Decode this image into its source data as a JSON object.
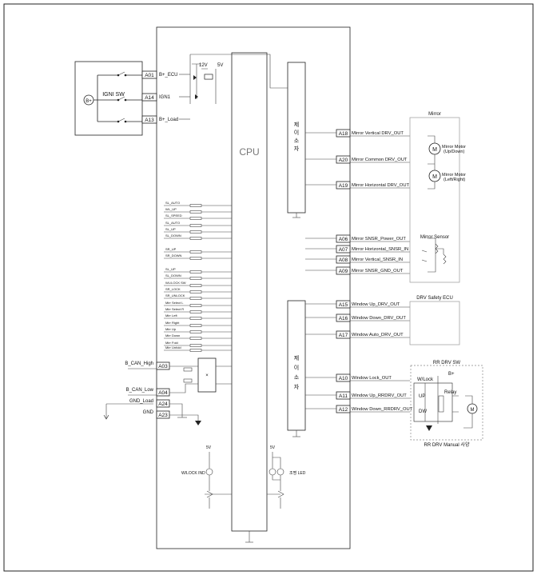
{
  "cpu_label": "CPU",
  "chip_a_label": [
    "제",
    "이",
    "소",
    "자"
  ],
  "chip_b_label": [
    "제",
    "이",
    "소",
    "자"
  ],
  "ignition": {
    "title": "IGNI SW",
    "bplus": "B+"
  },
  "supply": {
    "v12": "12V",
    "v5": "5V"
  },
  "left_pins": [
    {
      "pin": "A01",
      "label": "B+_ECU"
    },
    {
      "pin": "A14",
      "label": "IGN1"
    },
    {
      "pin": "A13",
      "label": "B+_Load"
    },
    {
      "pin": "A03",
      "label": "B_CAN_High"
    },
    {
      "pin": "A04",
      "label": "B_CAN_Low"
    },
    {
      "pin": "A24",
      "label": "GND_Load"
    },
    {
      "pin": "A23",
      "label": "GND"
    }
  ],
  "switch_inputs": [
    "SL_AUTO",
    "WL_UP",
    "SL_SPEED",
    "SL_AUTO",
    "SL_UP",
    "SL_DOWN",
    "SR_UP",
    "SR_DOWN",
    "SL_UP",
    "SL_DOWN",
    "WL/LOCK SW",
    "SR_LOCK",
    "SR_UNLOCK",
    "Mirr Select L",
    "Mirr Select R",
    "Mirr Left",
    "Mirr Right",
    "Mirr Up",
    "Mirr Down",
    "Mirr Fold",
    "Mirr Unfold"
  ],
  "right_pins": [
    {
      "pin": "A18",
      "label": "Mirror Vertical DRV_OUT"
    },
    {
      "pin": "A20",
      "label": "Mirror Common DRV_OUT"
    },
    {
      "pin": "A19",
      "label": "Mirror Horizontal DRV_OUT"
    },
    {
      "pin": "A06",
      "label": "Mirror SNSR_Power_OUT"
    },
    {
      "pin": "A07",
      "label": "Mirror Horizontal_SNSR_IN"
    },
    {
      "pin": "A08",
      "label": "Mirror Vertical_SNSR_IN"
    },
    {
      "pin": "A09",
      "label": "Mirror SNSR_GND_OUT"
    },
    {
      "pin": "A15",
      "label": "Window Up_DRV_OUT"
    },
    {
      "pin": "A16",
      "label": "Window Down_DRV_OUT"
    },
    {
      "pin": "A17",
      "label": "Window Auto_DRV_OUT"
    },
    {
      "pin": "A10",
      "label": "Window Lock_OUT"
    },
    {
      "pin": "A11",
      "label": "Window Up_RRDRV_OUT"
    },
    {
      "pin": "A12",
      "label": "Window Down_RRDRV_OUT"
    }
  ],
  "mirror": {
    "title": "Mirror",
    "motor1": [
      "Mirror Motor",
      "(Up/Down)"
    ],
    "motor2": [
      "Mirror Motor",
      "(Left/Right)"
    ],
    "sensor": "Mirror Sensor"
  },
  "drv_safety": "DRV Safety ECU",
  "rr": {
    "title": "RR DRV SW",
    "bplus": "B+",
    "wlock": "W/Lock",
    "up": "UP",
    "dw": "DW",
    "relay": "Relay",
    "manual": "RR DRV Manual 사양"
  },
  "indicators": {
    "wlock": "W/LOCK IND",
    "led": "조명 LED",
    "v_left": "5V",
    "v_right": "5V"
  }
}
